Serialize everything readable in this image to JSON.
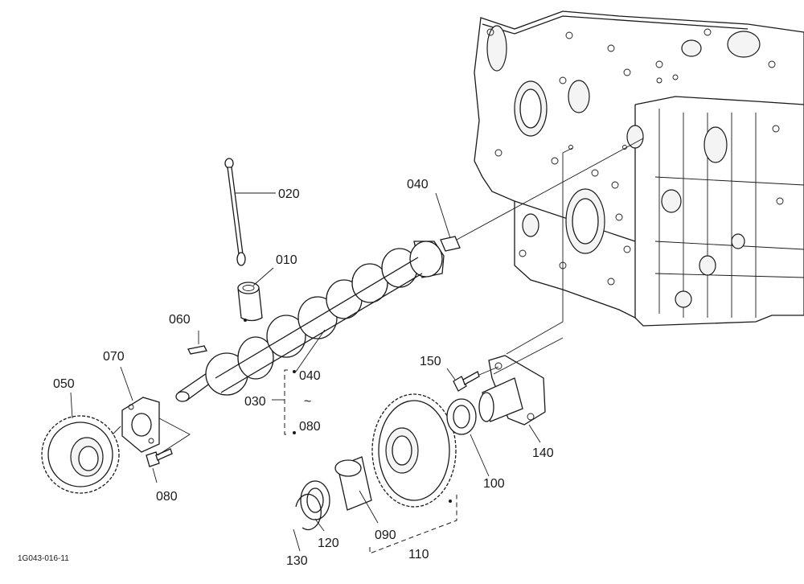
{
  "diagram": {
    "drawing_code": "1G043-016-11",
    "parts": [
      {
        "id": "010",
        "label": "010"
      },
      {
        "id": "020",
        "label": "020"
      },
      {
        "id": "030",
        "label": "030"
      },
      {
        "id": "040a",
        "label": "040"
      },
      {
        "id": "040b",
        "label": "040"
      },
      {
        "id": "range_sep",
        "label": "~"
      },
      {
        "id": "080b",
        "label": "080"
      },
      {
        "id": "050",
        "label": "050"
      },
      {
        "id": "060",
        "label": "060"
      },
      {
        "id": "070",
        "label": "070"
      },
      {
        "id": "080a",
        "label": "080"
      },
      {
        "id": "090",
        "label": "090"
      },
      {
        "id": "100",
        "label": "100"
      },
      {
        "id": "110",
        "label": "110"
      },
      {
        "id": "120",
        "label": "120"
      },
      {
        "id": "130",
        "label": "130"
      },
      {
        "id": "140",
        "label": "140"
      },
      {
        "id": "150",
        "label": "150"
      }
    ]
  }
}
